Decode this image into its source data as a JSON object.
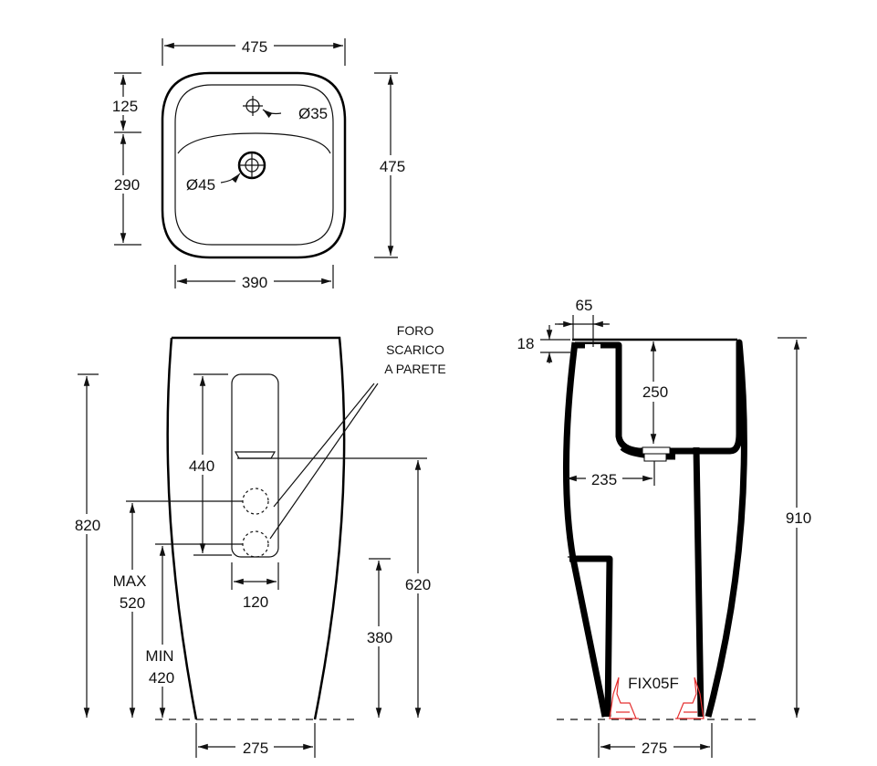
{
  "top_view": {
    "width_outer": "475",
    "depth_outer": "475",
    "width_inner": "390",
    "tap_offset": "125",
    "drain_offset": "290",
    "tap_hole": "Ø35",
    "drain_hole": "Ø45"
  },
  "front_view": {
    "height_dim": "820",
    "slot_height": "440",
    "outlet_height": "620",
    "inlet_height": "380",
    "slot_width": "120",
    "base_width": "275",
    "max_label": "MAX",
    "max_value": "520",
    "min_label": "MIN",
    "min_value": "420",
    "callout": [
      "FORO",
      "SCARICO",
      "A PARETE"
    ]
  },
  "side_view": {
    "rim_width": "65",
    "rim_thickness": "18",
    "bowl_depth": "250",
    "drain_setback": "235",
    "total_height": "910",
    "base_width": "275",
    "fixing_kit": "FIX05F"
  },
  "colors": {
    "line": "#000000",
    "fixing": "#e53030"
  }
}
